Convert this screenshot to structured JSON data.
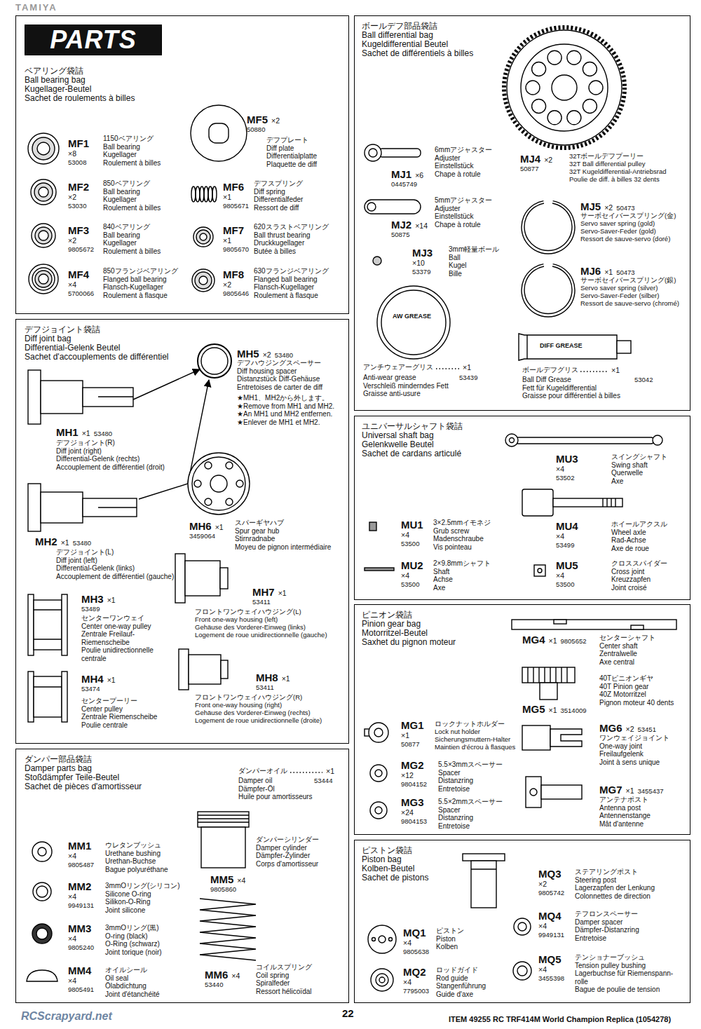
{
  "diagram": {
    "nodes": [
      {
        "text": [
          "ベアリング袋詰",
          "Ball bearing bag",
          "Kugellager-Beutel",
          "Sachet de roulements à billes"
        ]
      },
      {
        "text": [
          "PARTS"
        ],
        "in": 0
      },
      {
        "text": [
          "ボールデフ部品袋詰",
          "Ball differential bag",
          "Kugeldifferential Beutel",
          "Sachet de différentiels à billes"
        ]
      },
      {
        "text": [
          "デフジョイント袋詰",
          "Diff joint bag",
          "Differential-Gelenk Beutel",
          "Sachet d'accouplements de différentiel"
        ]
      },
      {
        "text": [
          "ユニバーサルシャフト袋詰",
          "Universal shaft bag",
          "Gelenkwelle Beutel",
          "Sachet de cardans articulé"
        ]
      },
      {
        "text": [
          "ピニオン袋詰",
          "Pinion gear bag",
          "Motorritzel-Beutel",
          "Saxhet du pignon moteur"
        ]
      },
      {
        "text": [
          "ダンパー部品袋詰",
          "Damper parts bag",
          "Stoßdämpfer Teile-Beutel",
          "Sachet de pièces d'amortisseur"
        ]
      },
      {
        "text": [
          "ピストン袋詰",
          "Piston bag",
          "Kolben-Beutel",
          "Sachet de pistons"
        ]
      }
    ],
    "labels": [
      "MF1",
      "×8",
      "53008",
      "1150ベアリング",
      "Ball bearing",
      "Kugellager",
      "Roulement à billes",
      "MF2",
      "×2",
      "53030",
      "850ベアリング",
      "Ball bearing",
      "Kugellager",
      "Roulement à billes",
      "MF3",
      "×2",
      "9805672",
      "840ベアリング",
      "Ball bearing",
      "Kugellager",
      "Roulement à billes",
      "MF4",
      "×4",
      "5700066",
      "850フランジベアリング",
      "Flanged ball bearing",
      "Flansch-Kugellager",
      "Roulement à flasque",
      "MF5",
      "×2",
      "50880",
      "デフプレート",
      "Diff plate",
      "Differentialplatte",
      "Plaquette de diff",
      "MF6",
      "×1",
      "9805671",
      "デフスプリング",
      "Diff spring",
      "Differentialfeder",
      "Ressort de diff",
      "MF7",
      "×1",
      "9805670",
      "620スラストベアリング",
      "Ball thrust bearing",
      "Druckkugellager",
      "Butée à billes",
      "MF8",
      "×2",
      "9805646",
      "630フランジベアリング",
      "Flanged ball bearing",
      "Flansch-Kugellager",
      "Roulement à flasque",
      "MJ4",
      "×2",
      "50877",
      "32Tボールデフプーリー",
      "32T Ball differential pulley",
      "32T Kugeldifferential-Antriebsrad",
      "Poulie de diff. à billes 32 dents",
      "MJ1",
      "×6",
      "0445749",
      "6mmアジャスター",
      "Adjuster",
      "Einstellstück",
      "Chape à rotule",
      "MJ2",
      "×14",
      "50875",
      "5mmアジャスター",
      "Adjuster",
      "Einstellstück",
      "Chape à rotule",
      "MJ3",
      "×10",
      "53379",
      "3mm軽量ボール",
      "Ball",
      "Kugel",
      "Bille",
      "MJ5",
      "×2",
      "50473",
      "サーボセイバースプリング(金)",
      "Servo saver spring (gold)",
      "Servo-Saver-Feder (gold)",
      "Ressort de sauve-servo (doré)",
      "MJ6",
      "×1",
      "50473",
      "サーボセイバースプリング(銀)",
      "Servo saver spring (silver)",
      "Servo-Saver-Feder (silber)",
      "Ressort de sauve-servo (chromé)",
      "AW GREASE",
      "アンチウェアーグリス",
      "×1",
      "53439",
      "Anti-wear grease",
      "Verschleiß minderndes Fett",
      "Graisse anti-usure",
      "DIFF GREASE",
      "ボールデフグリス",
      "×1",
      "53042",
      "Ball Diff Grease",
      "Fett für Kugeldifferential",
      "Graisse pour différentiel à billes",
      "MH5",
      "×2",
      "53480",
      "デフハウジングスペーサー",
      "Diff housing spacer",
      "Distanzstück Diff-Gehäuse",
      "Entretoises de carter de diff",
      "★MH1、MH2から外します。",
      "★Remove from MH1 and MH2.",
      "★An MH1 und MH2 entfernen.",
      "★Enlever de MH1 et MH2.",
      "MH1",
      "×1",
      "53480",
      "デフジョイント(R)",
      "Diff joint (right)",
      "Differential-Gelenk (rechts)",
      "Accouplement de différentiel (droit)",
      "MH2",
      "×1",
      "53480",
      "デフジョイント(L)",
      "Diff joint (left)",
      "Differential-Gelenk (links)",
      "Accouplement de différentiel (gauche)",
      "MH6",
      "×1",
      "3459064",
      "スパーギヤハブ",
      "Spur gear hub",
      "Stirnradnabe",
      "Moyeu de pignon intermédiaire",
      "MH3",
      "×1",
      "53489",
      "センターワンウェイ",
      "Center one-way pulley",
      "Zentrale Freilauf-Riemenscheibe",
      "Poulie unidirectionnelle centrale",
      "MH7",
      "×1",
      "53411",
      "フロントワンウェイハウジング(L)",
      "Front one-way housing (left)",
      "Gehäuse des Vorderer-Einweg (links)",
      "Logement de roue unidirectionnelle (gauche)",
      "MH4",
      "×1",
      "53474",
      "センタープーリー",
      "Center pulley",
      "Zentrale Riemenscheibe",
      "Poulie centrale",
      "MH8",
      "×1",
      "53411",
      "フロントワンウェイハウジング(R)",
      "Front one-way housing (right)",
      "Gehäuse des Vorderer-Einweg (rechts)",
      "Logement de roue unidirectionnelle (droite)",
      "MU3",
      "×4",
      "53502",
      "スイングシャフト",
      "Swing shaft",
      "Querwelle",
      "Axe",
      "MU1",
      "×4",
      "53500",
      "3×2.5mmイモネジ",
      "Grub screw",
      "Madenschraube",
      "Vis pointeau",
      "MU4",
      "×4",
      "53499",
      "ホイールアクスル",
      "Wheel axle",
      "Rad-Achse",
      "Axe de roue",
      "MU2",
      "×4",
      "53500",
      "2×9.8mmシャフト",
      "Shaft",
      "Achse",
      "Axe",
      "MU5",
      "×4",
      "53500",
      "クロススパイダー",
      "Cross joint",
      "Kreuzzapfen",
      "Joint croisé",
      "MG4",
      "×1",
      "9805652",
      "センターシャフト",
      "Center shaft",
      "Zentralwelle",
      "Axe central",
      "MG5",
      "×1",
      "3514009",
      "40Tピニオンギヤ",
      "40T Pinion gear",
      "40Z Motorritzel",
      "Pignon moteur 40 dents",
      "MG1",
      "×1",
      "50877",
      "ロックナットホルダー",
      "Lock nut holder",
      "Sicherungsmuttern-Halter",
      "Maintien d'écrou à flasques",
      "MG6",
      "×2",
      "53451",
      "ワンウェイジョイント",
      "One-way joint",
      "Freilaufgelenk",
      "Joint à sens unique",
      "MG2",
      "×12",
      "9804152",
      "5.5×3mmスペーサー",
      "Spacer",
      "Distanzring",
      "Entretoise",
      "MG7",
      "×1",
      "3455437",
      "アンテナポスト",
      "Antenna post",
      "Antennenstange",
      "Mât d'antenne",
      "MG3",
      "×24",
      "9804153",
      "5.5×2mmスペーサー",
      "Spacer",
      "Distanzring",
      "Entretoise",
      "ダンパーオイル",
      "×1",
      "53444",
      "Damper oil",
      "Dämpfer-Öl",
      "Huile pour amortisseurs",
      "MM1",
      "×4",
      "9805487",
      "ウレタンブッシュ",
      "Urethane bushing",
      "Urethan-Buchse",
      "Bague polyuréthane",
      "MM5",
      "×4",
      "9805860",
      "ダンパーシリンダー",
      "Damper cylinder",
      "Dämpfer-Zylinder",
      "Corps d'amortisseur",
      "MM2",
      "×4",
      "9949131",
      "3mmOリング(シリコン)",
      "Silicone O-ring",
      "Silikon-O-Ring",
      "Joint silicone",
      "MM3",
      "×4",
      "9805240",
      "3mmOリング(黒)",
      "O-ring (black)",
      "O-Ring (schwarz)",
      "Joint torique (noir)",
      "MM6",
      "×4",
      "53440",
      "コイルスプリング",
      "Coil spring",
      "Spiralfeder",
      "Ressort hélicoïdal",
      "MM4",
      "×4",
      "9805491",
      "オイルシール",
      "Oil seal",
      "Ölabdichtung",
      "Joint d'étanchéité",
      "MQ3",
      "×2",
      "9805742",
      "ステアリングポスト",
      "Steering post",
      "Lagerzapfen der Lenkung",
      "Colonnettes de direction",
      "MQ1",
      "×4",
      "9805638",
      "ピストン",
      "Piston",
      "Kolben",
      "MQ4",
      "×4",
      "9949131",
      "テフロンスペーサー",
      "Damper spacer",
      "Dämpfer-Distanzring",
      "Entretoise",
      "MQ2",
      "×4",
      "7795003",
      "ロッドガイド",
      "Rod guide",
      "Stangenführung",
      "Guide d'axe",
      "MQ5",
      "×4",
      "3455398",
      "テンショナーブッシュ",
      "Tension pulley bushing",
      "Lagerbuchse für Riemenspann- rolle",
      "Bague de poulie de tension",
      "TAMIYA",
      "22",
      "ITEM 49255 RC TRF414M World Champion Replica (1054278)",
      "RCScrapyard.net"
    ]
  }
}
